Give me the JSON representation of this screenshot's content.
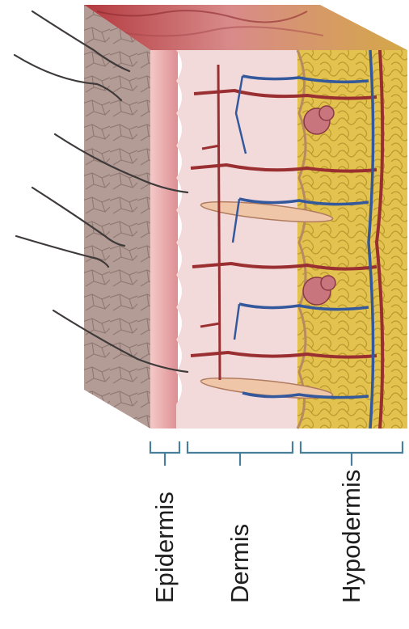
{
  "figure": {
    "layers": [
      {
        "id": "epidermis",
        "label": "Epidermis"
      },
      {
        "id": "dermis",
        "label": "Dermis"
      },
      {
        "id": "hypodermis",
        "label": "Hypodermis"
      }
    ],
    "colors": {
      "epidermis": "#e7a9a6",
      "dermis": "#f1d7d7",
      "hypodermis": "#e0bd4a",
      "surface": "#b59e98",
      "artery": "#9a2f32",
      "vein": "#34589c",
      "hair": "#3e3a3a",
      "bracket": "#4a7f9a"
    }
  }
}
